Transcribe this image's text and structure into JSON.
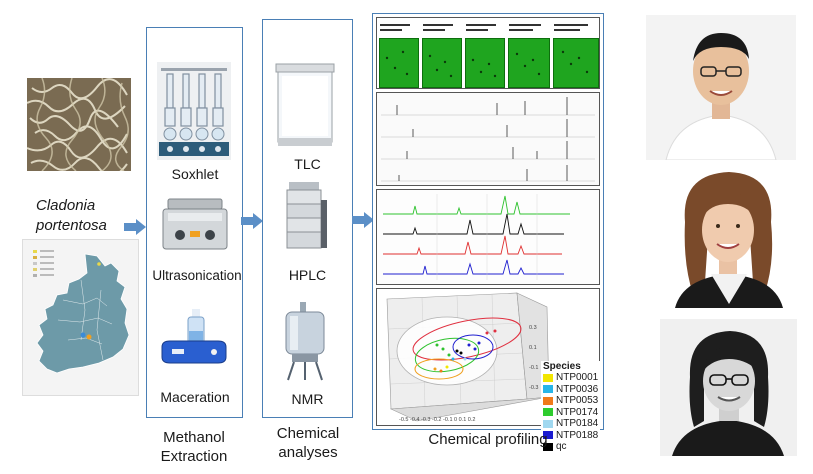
{
  "species_label": {
    "line1": "Cladonia",
    "line2": "portentosa"
  },
  "extraction": {
    "methods": [
      "Soxhlet",
      "Ultrasonication",
      "Maceration"
    ],
    "title_line1": "Methanol",
    "title_line2": "Extraction"
  },
  "analyses": {
    "methods": [
      "TLC",
      "HPLC",
      "NMR"
    ],
    "title_line1": "Chemical",
    "title_line2": "analyses"
  },
  "profiling": {
    "title": "Chemical profiling",
    "legend_title": "Species",
    "legend": [
      {
        "name": "NTP0001",
        "color": "#f2e600"
      },
      {
        "name": "NTP0036",
        "color": "#27b5e8"
      },
      {
        "name": "NTP0053",
        "color": "#f07a1a"
      },
      {
        "name": "NTP0174",
        "color": "#2ecc2e"
      },
      {
        "name": "NTP0184",
        "color": "#a0d8f0"
      },
      {
        "name": "NTP0188",
        "color": "#1a1ad0"
      },
      {
        "name": "qc",
        "color": "#000000"
      }
    ]
  },
  "colors": {
    "frame": "#4a7fb5",
    "arrow": "#5b8fc7",
    "tlc_green": "#1fa51f"
  }
}
